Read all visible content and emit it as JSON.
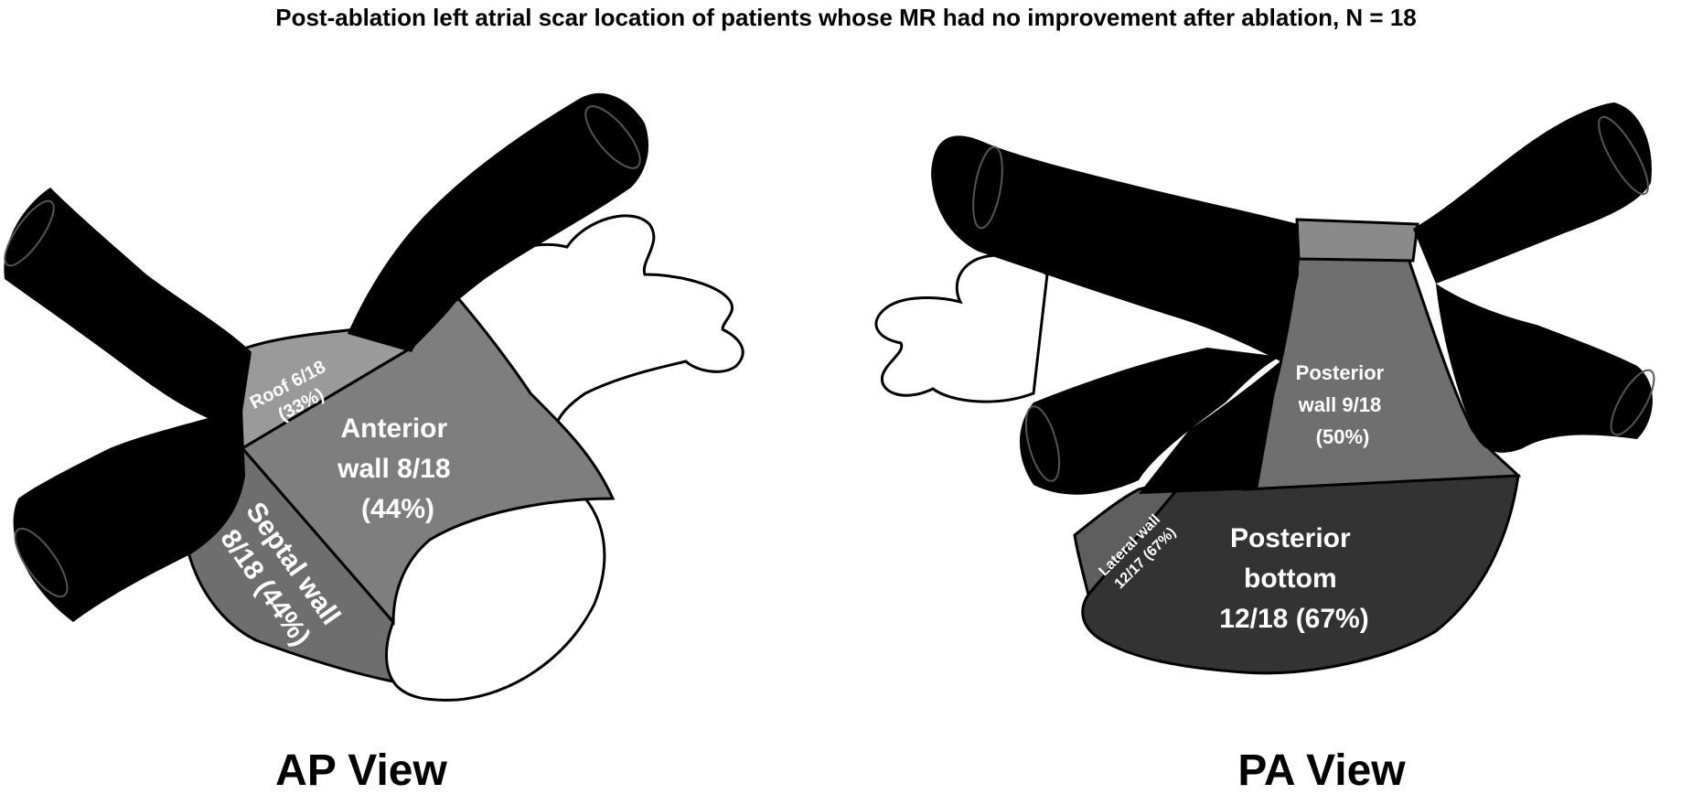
{
  "title": "Post-ablation left atrial scar location of patients whose MR had no improvement after ablation, N = 18",
  "ap_view": {
    "label": "AP View",
    "regions": {
      "roof": {
        "line1": "Roof 6/18",
        "line2": "(33%)",
        "shade": "#9a9a9a"
      },
      "anterior": {
        "line1": "Anterior",
        "line2": "wall 8/18",
        "line3": "(44%)",
        "shade": "#7e7e7e"
      },
      "septal": {
        "line1": "Septal wall",
        "line2": "8/18 (44%)",
        "shade": "#6e6e6e"
      }
    }
  },
  "pa_view": {
    "label": "PA View",
    "regions": {
      "top": {
        "shade": "#8a8a8a"
      },
      "posterior_wall": {
        "line1": "Posterior",
        "line2": "wall 9/18",
        "line3": "(50%)",
        "shade": "#6f6f6f"
      },
      "lateral": {
        "line1": "Lateral wall",
        "line2": "12/17 (67%)",
        "shade": "#5e5e5e"
      },
      "posterior_bottom": {
        "line1": "Posterior",
        "line2": "bottom",
        "line3": "12/18 (67%)",
        "shade": "#333333"
      }
    }
  },
  "colors": {
    "vein": "#000000",
    "appendage": "#ffffff",
    "outline": "#000000"
  }
}
